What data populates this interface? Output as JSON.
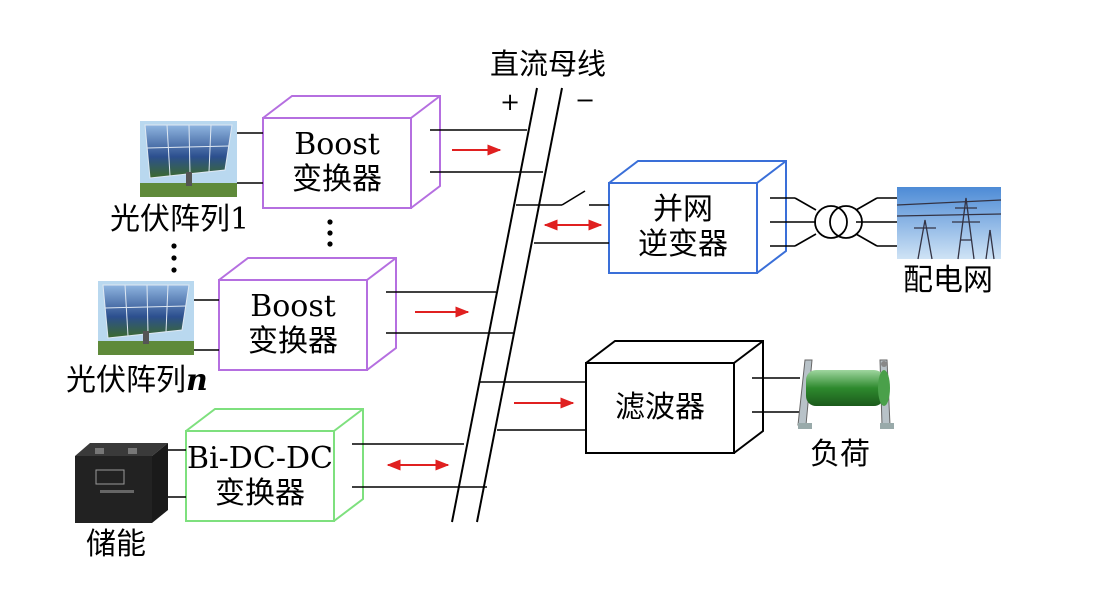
{
  "bus": {
    "title": "直流母线",
    "plus": "+",
    "minus": "−"
  },
  "pv1": {
    "label": "光伏阵列1"
  },
  "pvn": {
    "label_main": "光伏阵列",
    "label_italic": "n"
  },
  "boost1": {
    "line1": "Boost",
    "line2": "变换器"
  },
  "boostn": {
    "line1": "Boost",
    "line2": "变换器"
  },
  "bidc": {
    "line1": "Bi-DC-DC",
    "line2": "变换器"
  },
  "storage": {
    "label": "储能"
  },
  "inverter": {
    "line1": "并网",
    "line2": "逆变器"
  },
  "grid": {
    "label": "配电网"
  },
  "filter": {
    "label": "滤波器"
  },
  "load": {
    "label": "负荷"
  },
  "colors": {
    "boost_border": "#b56fe0",
    "inverter_border": "#3a6fd8",
    "bidc_border": "#7ee07e",
    "filter_border": "#000000",
    "arrow": "#e02020"
  }
}
